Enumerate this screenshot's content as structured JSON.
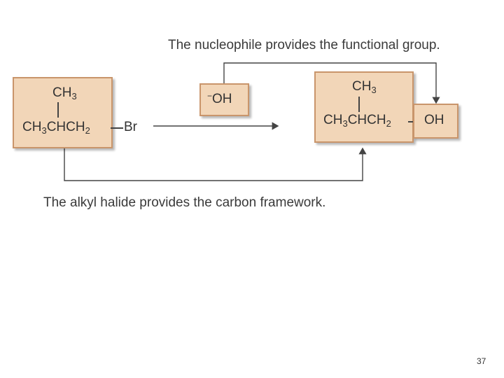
{
  "top_caption": "The nucleophile provides the functional group.",
  "bottom_caption": "The alkyl halide provides the carbon framework.",
  "reactant": {
    "branch": {
      "base": "CH",
      "sub": "3"
    },
    "chain_parts": [
      {
        "base": "CH",
        "sub": "3"
      },
      {
        "base": "CHCH",
        "sub": "2"
      }
    ],
    "leaving_group": "Br"
  },
  "nucleophile": {
    "charge": "−",
    "label": "OH"
  },
  "product": {
    "branch": {
      "base": "CH",
      "sub": "3"
    },
    "chain_parts": [
      {
        "base": "CH",
        "sub": "3"
      },
      {
        "base": "CHCH",
        "sub": "2"
      }
    ],
    "functional_group": "OH"
  },
  "page_number": "37",
  "colors": {
    "box_fill": "#f2d6b8",
    "box_border": "#c9956b",
    "line": "#444444"
  }
}
